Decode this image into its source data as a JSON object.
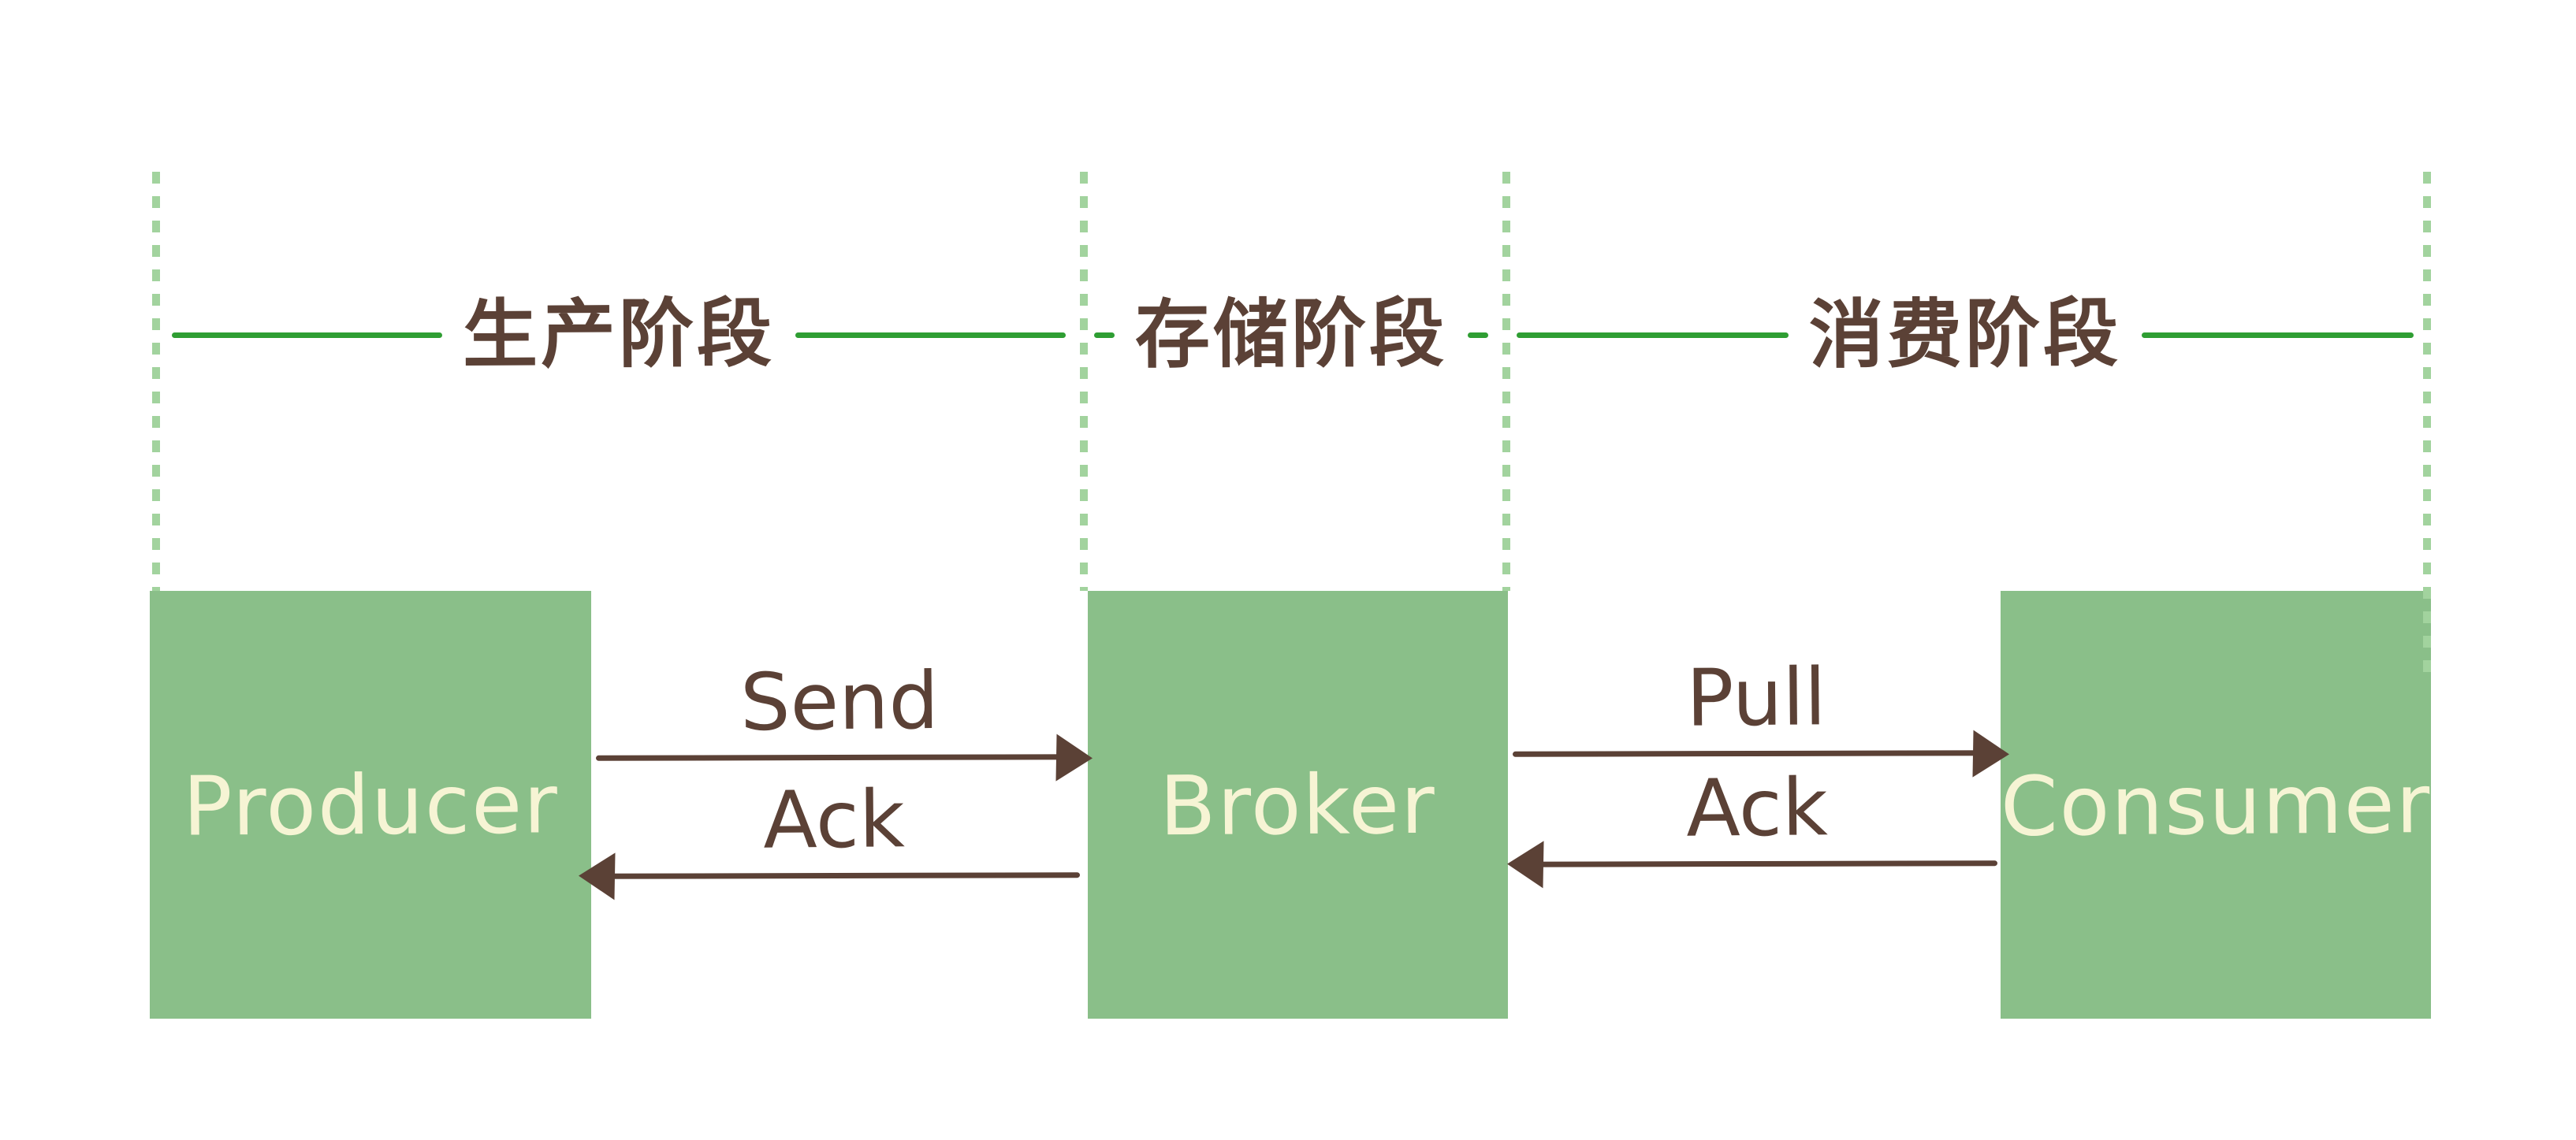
{
  "phases": [
    {
      "label": "生产阶段"
    },
    {
      "label": "存储阶段"
    },
    {
      "label": "消费阶段"
    }
  ],
  "nodes": [
    {
      "label": "Producer"
    },
    {
      "label": "Broker"
    },
    {
      "label": "Consumer"
    }
  ],
  "arrows": [
    {
      "label": "Send",
      "direction": "right",
      "from": "Producer",
      "to": "Broker"
    },
    {
      "label": "Ack",
      "direction": "left",
      "from": "Broker",
      "to": "Producer"
    },
    {
      "label": "Pull",
      "direction": "right",
      "from": "Broker",
      "to": "Consumer"
    },
    {
      "label": "Ack",
      "direction": "left",
      "from": "Consumer",
      "to": "Broker"
    }
  ],
  "colors": {
    "node_fill": "#8abf89",
    "node_text": "#f6f4d4",
    "phase_line": "#2f9e33",
    "lifeline": "#a2d39e",
    "ink": "#5b4136",
    "background": "#ffffff"
  }
}
